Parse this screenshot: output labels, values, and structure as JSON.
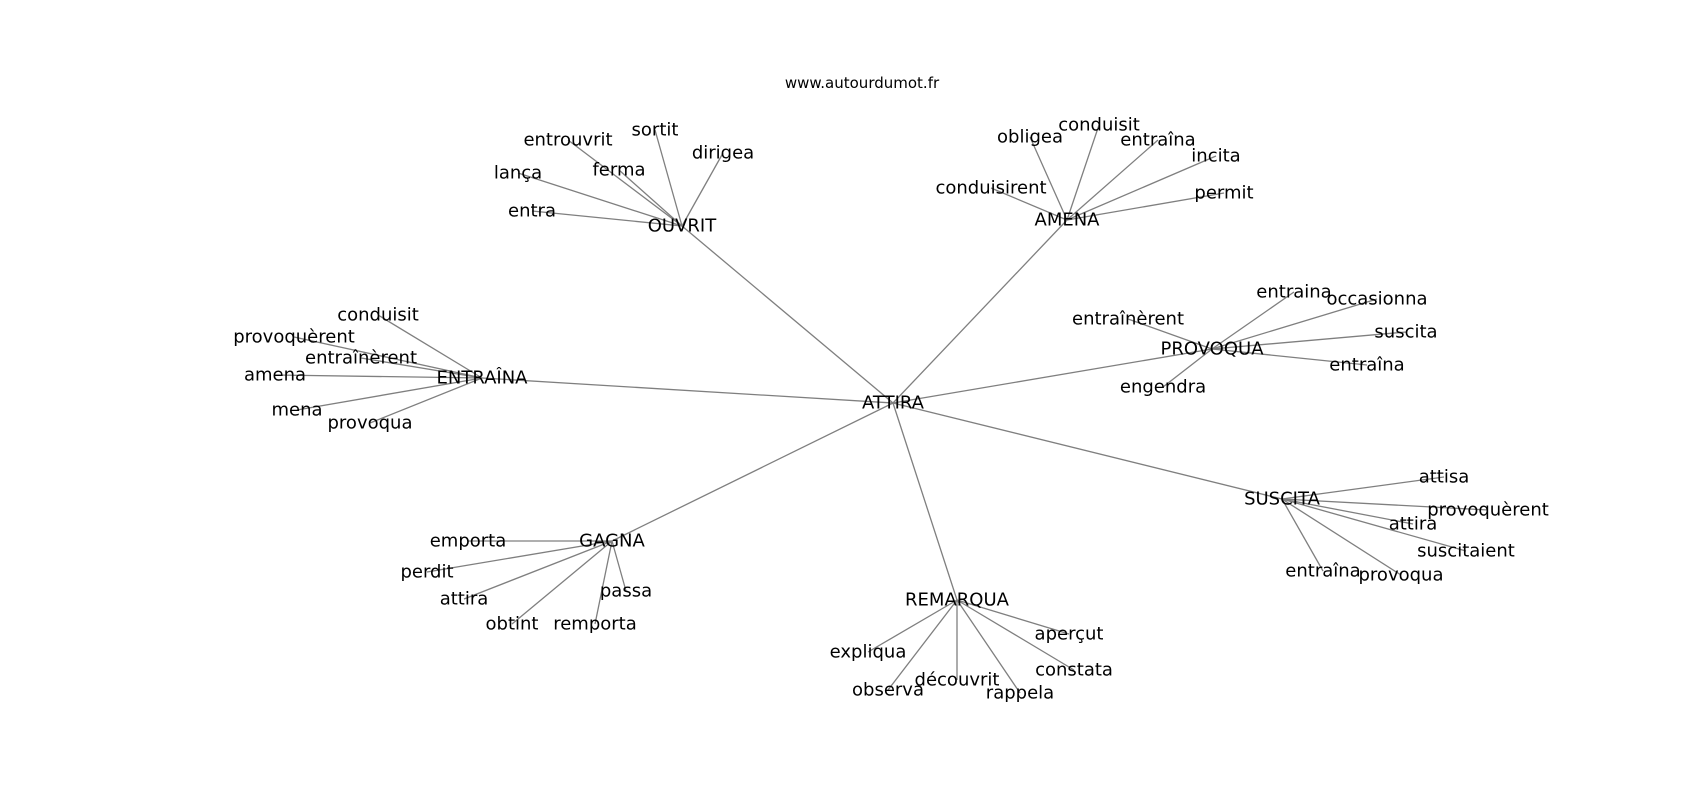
{
  "site": "www.autourdumot.fr",
  "colors": {
    "edge": "#7f7f7f",
    "text": "#000000",
    "background": "#ffffff"
  },
  "graph": {
    "center": "ATTIRA",
    "clusters": [
      {
        "id": "ouvrit",
        "hub": "OUVRIT",
        "leaves": [
          "entrouvrit",
          "sortit",
          "dirigea",
          "ferma",
          "lança",
          "entra"
        ]
      },
      {
        "id": "amena",
        "hub": "AMENA",
        "leaves": [
          "obligea",
          "conduisit",
          "entraîna",
          "incita",
          "conduisirent",
          "permit"
        ]
      },
      {
        "id": "provoqua",
        "hub": "PROVOQUA",
        "leaves": [
          "entraina",
          "occasionna",
          "entraînèrent",
          "suscita",
          "entraîna",
          "engendra"
        ]
      },
      {
        "id": "entraina",
        "hub": "ENTRAÎNA",
        "leaves": [
          "conduisit",
          "provoquèrent",
          "entraînèrent",
          "amena",
          "mena",
          "provoqua"
        ]
      },
      {
        "id": "suscita",
        "hub": "SUSCITA",
        "leaves": [
          "attisa",
          "provoquèrent",
          "attira",
          "suscitaient",
          "entraîna",
          "provoqua"
        ]
      },
      {
        "id": "gagna",
        "hub": "GAGNA",
        "leaves": [
          "emporta",
          "perdit",
          "attira",
          "passa",
          "obtint",
          "remporta"
        ]
      },
      {
        "id": "remarqua",
        "hub": "REMARQUA",
        "leaves": [
          "aperçut",
          "expliqua",
          "constata",
          "découvrit",
          "observa",
          "rappela"
        ]
      }
    ]
  }
}
